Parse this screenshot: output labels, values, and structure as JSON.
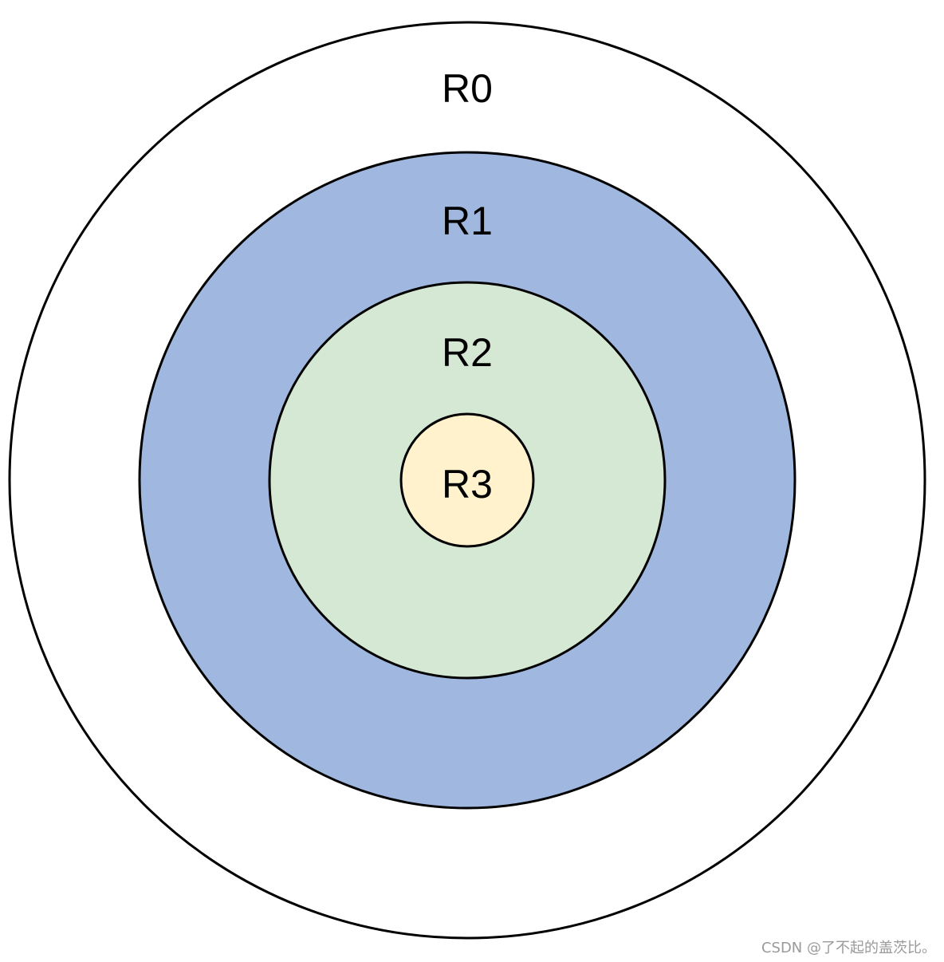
{
  "diagram": {
    "rings": [
      {
        "id": "r0",
        "label": "R0",
        "fill": "#ffffff",
        "stroke": "#000000"
      },
      {
        "id": "r1",
        "label": "R1",
        "fill": "#a0b8df",
        "stroke": "#000000"
      },
      {
        "id": "r2",
        "label": "R2",
        "fill": "#d5e8d4",
        "stroke": "#000000"
      },
      {
        "id": "r3",
        "label": "R3",
        "fill": "#fff2cc",
        "stroke": "#000000"
      }
    ]
  },
  "watermark": "CSDN @了不起的盖茨比。"
}
